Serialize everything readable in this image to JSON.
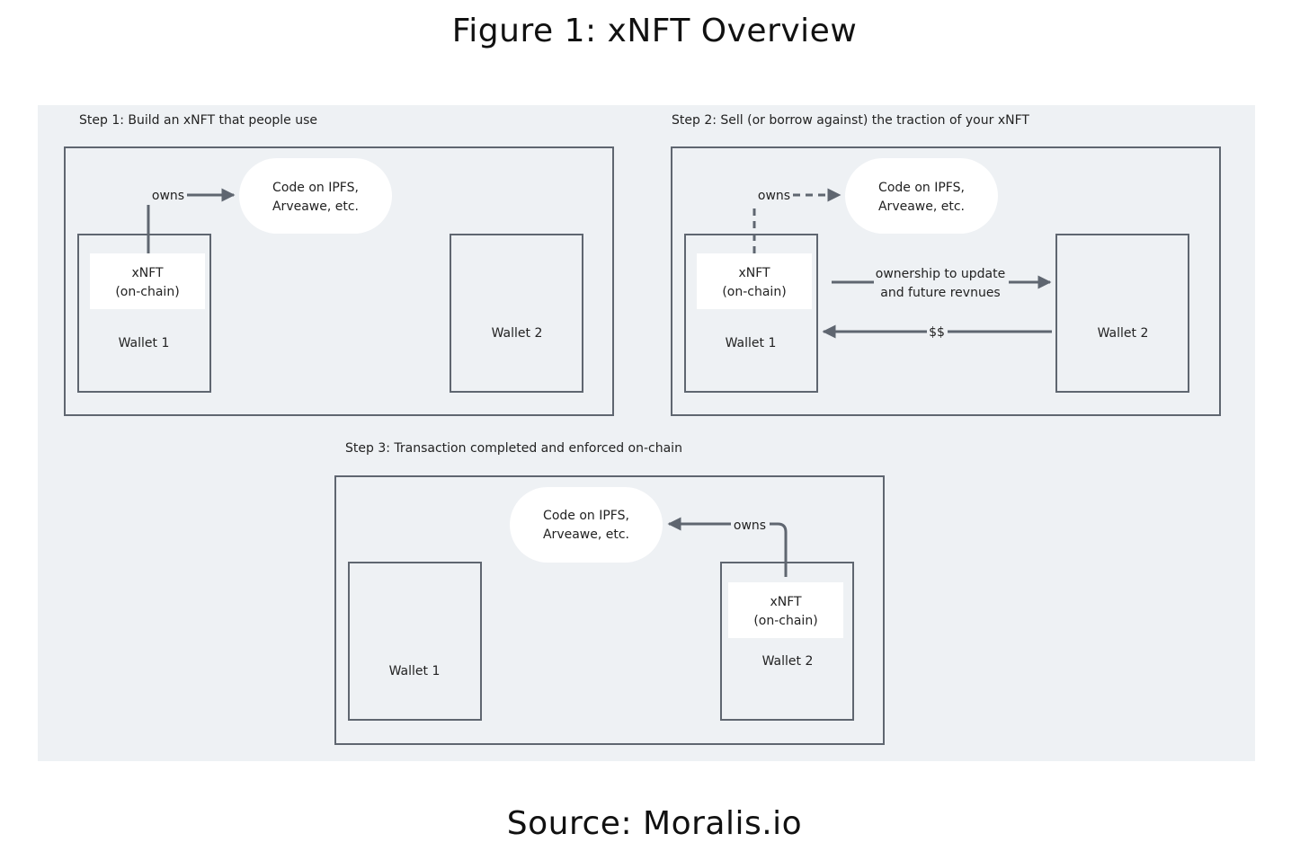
{
  "title": "Figure 1: xNFT Overview",
  "source": "Source: Moralis.io",
  "steps": [
    {
      "heading": "Step 1: Build an xNFT that people use",
      "owns": "owns",
      "code_line1": "Code on IPFS,",
      "code_line2": "Arveawe, etc.",
      "xnft_line1": "xNFT",
      "xnft_line2": "(on-chain)",
      "wallet_a": "Wallet 1",
      "wallet_b": "Wallet 2"
    },
    {
      "heading": "Step 2: Sell (or borrow against) the traction of your xNFT",
      "owns": "owns",
      "code_line1": "Code on IPFS,",
      "code_line2": "Arveawe, etc.",
      "xnft_line1": "xNFT",
      "xnft_line2": "(on-chain)",
      "wallet_a": "Wallet 1",
      "wallet_b": "Wallet 2",
      "transfer_line1": "ownership to update",
      "transfer_line2": "and future revnues",
      "payment": "$$"
    },
    {
      "heading": "Step 3: Transaction completed and enforced on-chain",
      "owns": "owns",
      "code_line1": "Code on IPFS,",
      "code_line2": "Arveawe, etc.",
      "xnft_line1": "xNFT",
      "xnft_line2": "(on-chain)",
      "wallet_a": "Wallet 1",
      "wallet_b": "Wallet 2"
    }
  ],
  "colors": {
    "background": "#eef1f4",
    "stroke": "#5f6670",
    "node_fill": "#ffffff"
  }
}
